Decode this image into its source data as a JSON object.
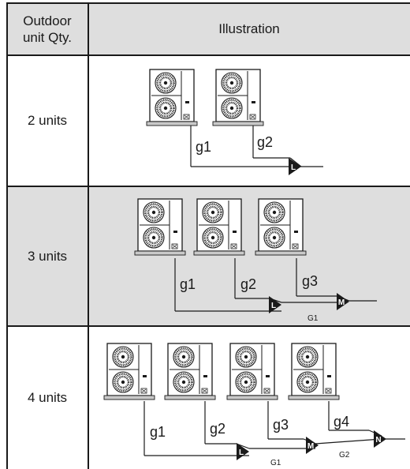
{
  "table": {
    "header": {
      "qty_label": "Outdoor unit Qty.",
      "illustration_label": "Illustration"
    },
    "rows": [
      {
        "label": "2 units",
        "pipe_labels": [
          "g1",
          "g2"
        ],
        "joints": [
          "L"
        ],
        "main_labels": []
      },
      {
        "label": "3 units",
        "pipe_labels": [
          "g1",
          "g2",
          "g3"
        ],
        "joints": [
          "L",
          "M"
        ],
        "main_labels": [
          "G1"
        ]
      },
      {
        "label": "4 units",
        "pipe_labels": [
          "g1",
          "g2",
          "g3",
          "g4"
        ],
        "joints": [
          "L",
          "M",
          "N"
        ],
        "main_labels": [
          "G1",
          "G2"
        ]
      }
    ]
  }
}
